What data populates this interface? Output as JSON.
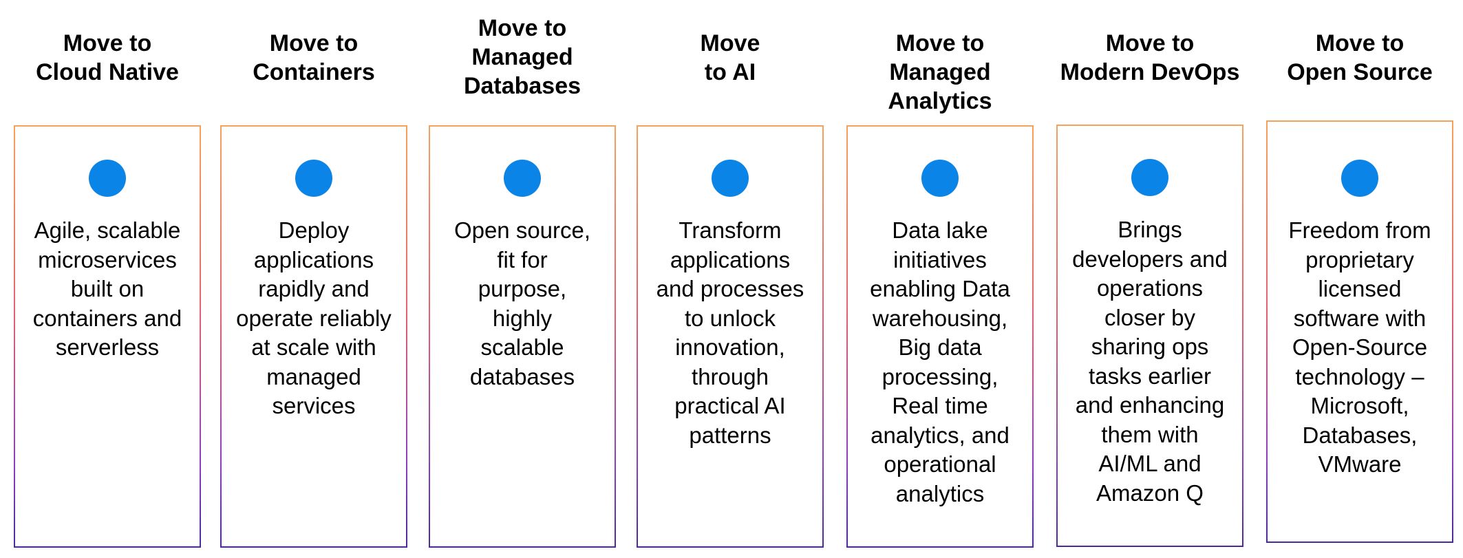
{
  "colors": {
    "dot": "#0a84e6",
    "border_top": "#f7a25b",
    "border_bottom": "#4b2a9c"
  },
  "columns": [
    {
      "title": "Move to\nCloud Native",
      "icon": "circle-icon",
      "description": "Agile, scalable\nmicroservices\nbuilt on\ncontainers and\nserverless"
    },
    {
      "title": "Move to\nContainers",
      "icon": "circle-icon",
      "description": "Deploy\napplications\nrapidly and\noperate reliably\nat scale with\nmanaged\nservices"
    },
    {
      "title": "Move to\nManaged\nDatabases",
      "icon": "circle-icon",
      "description": "Open source,\nfit for\npurpose,\nhighly\nscalable\ndatabases"
    },
    {
      "title": "Move\nto AI",
      "icon": "circle-icon",
      "description": "Transform\napplications\nand processes\nto unlock\ninnovation,\nthrough\npractical AI\npatterns"
    },
    {
      "title": "Move to\nManaged\nAnalytics",
      "icon": "circle-icon",
      "description": "Data lake\ninitiatives\nenabling Data\nwarehousing,\nBig data\nprocessing,\nReal time\nanalytics, and\noperational\nanalytics"
    },
    {
      "title": "Move to\nModern DevOps",
      "icon": "circle-icon",
      "description": "Brings\ndevelopers and\noperations\ncloser by\nsharing ops\ntasks earlier\nand enhancing\nthem with\nAI/ML and\nAmazon Q"
    },
    {
      "title": "Move to\nOpen Source",
      "icon": "circle-icon",
      "description": "Freedom from\nproprietary\nlicensed\nsoftware with\nOpen-Source\ntechnology –\nMicrosoft,\nDatabases,\nVMware"
    }
  ]
}
